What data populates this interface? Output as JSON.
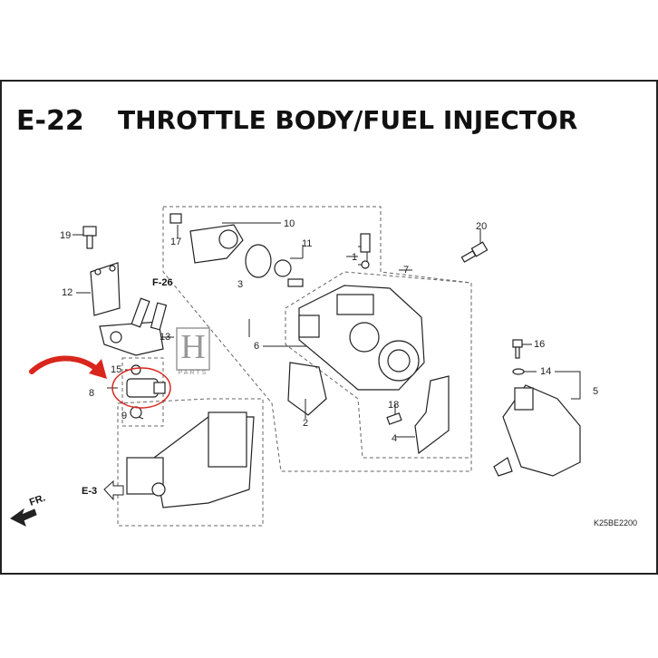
{
  "header": {
    "code": "E-22",
    "title": "THROTTLE BODY/FUEL INJECTOR"
  },
  "callouts": [
    "1",
    "2",
    "3",
    "4",
    "5",
    "6",
    "7",
    "8",
    "9",
    "10",
    "11",
    "12",
    "13",
    "14",
    "15",
    "16",
    "17",
    "18",
    "19",
    "20"
  ],
  "refs": {
    "f26": "F-26",
    "e3": "E-3",
    "fr": "FR.",
    "diagram_code": "K25BE2200"
  },
  "watermark": {
    "letter": "H",
    "word": "PARTS"
  },
  "colors": {
    "line": "#222222",
    "highlight": "#d9261c",
    "dashed": "#666666"
  }
}
